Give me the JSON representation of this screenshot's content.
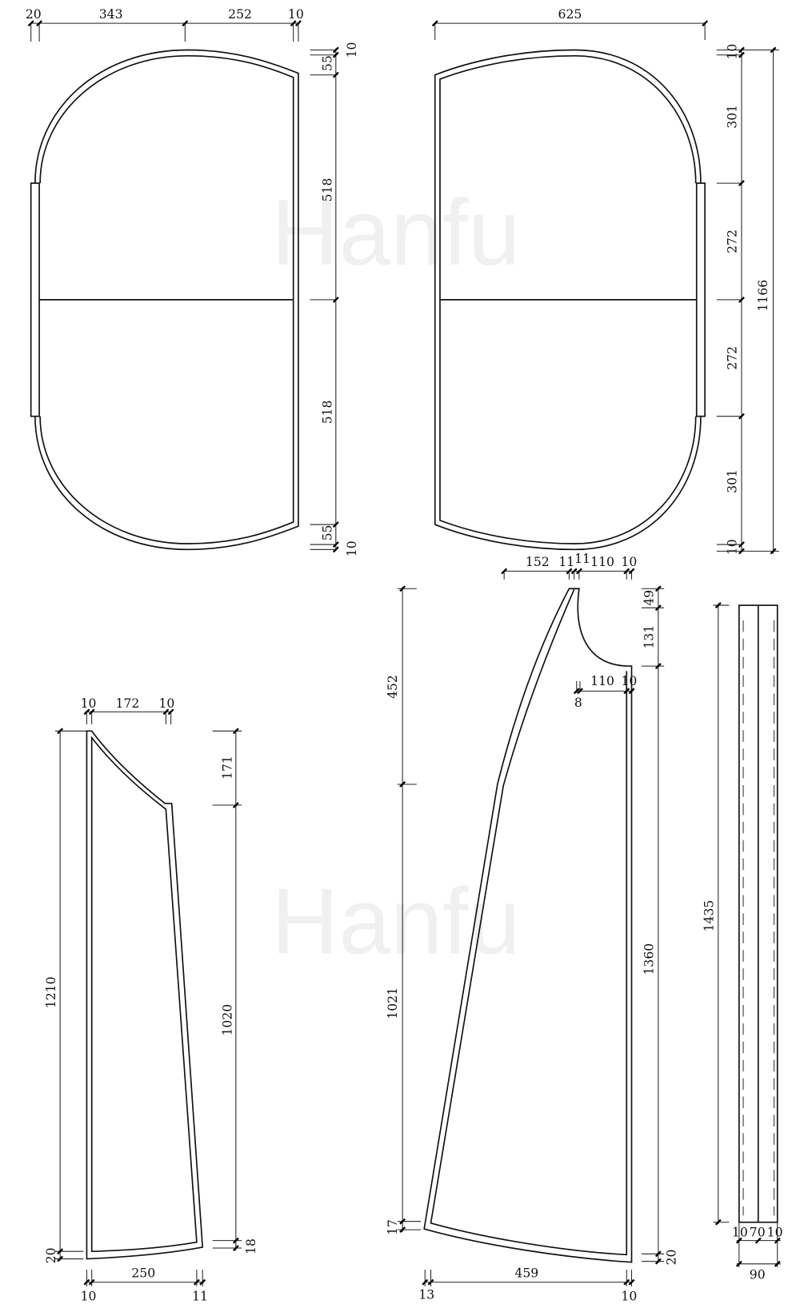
{
  "watermark": "Hanfu",
  "body_piece": {
    "widths": [
      "20",
      "343",
      "252",
      "10"
    ],
    "heights": [
      "10",
      "55",
      "518",
      "518",
      "55",
      "10"
    ]
  },
  "sleeve_piece": {
    "width": "625",
    "heights": [
      "10",
      "301",
      "272",
      "272",
      "301",
      "10"
    ],
    "total_height": "1166"
  },
  "side_gore": {
    "top": [
      "10",
      "172",
      "10"
    ],
    "right_heights": [
      "171",
      "1020",
      "18"
    ],
    "total_height": "1210",
    "bottom_seam": "20",
    "bottom_width": "250",
    "bottom_sub": [
      "10",
      "11"
    ]
  },
  "front_panel": {
    "top": [
      "152",
      "11",
      "11",
      "110",
      "10"
    ],
    "right_heights": [
      "49",
      "131",
      "1360",
      "20"
    ],
    "left_heights": [
      "452",
      "1021",
      "17"
    ],
    "neck": [
      "8",
      "110",
      "10"
    ],
    "bottom_width": "459",
    "bottom_sub": [
      "13",
      "10"
    ]
  },
  "collar": {
    "length": "1435",
    "widths": [
      "10",
      "70",
      "10"
    ],
    "total_width": "90"
  }
}
